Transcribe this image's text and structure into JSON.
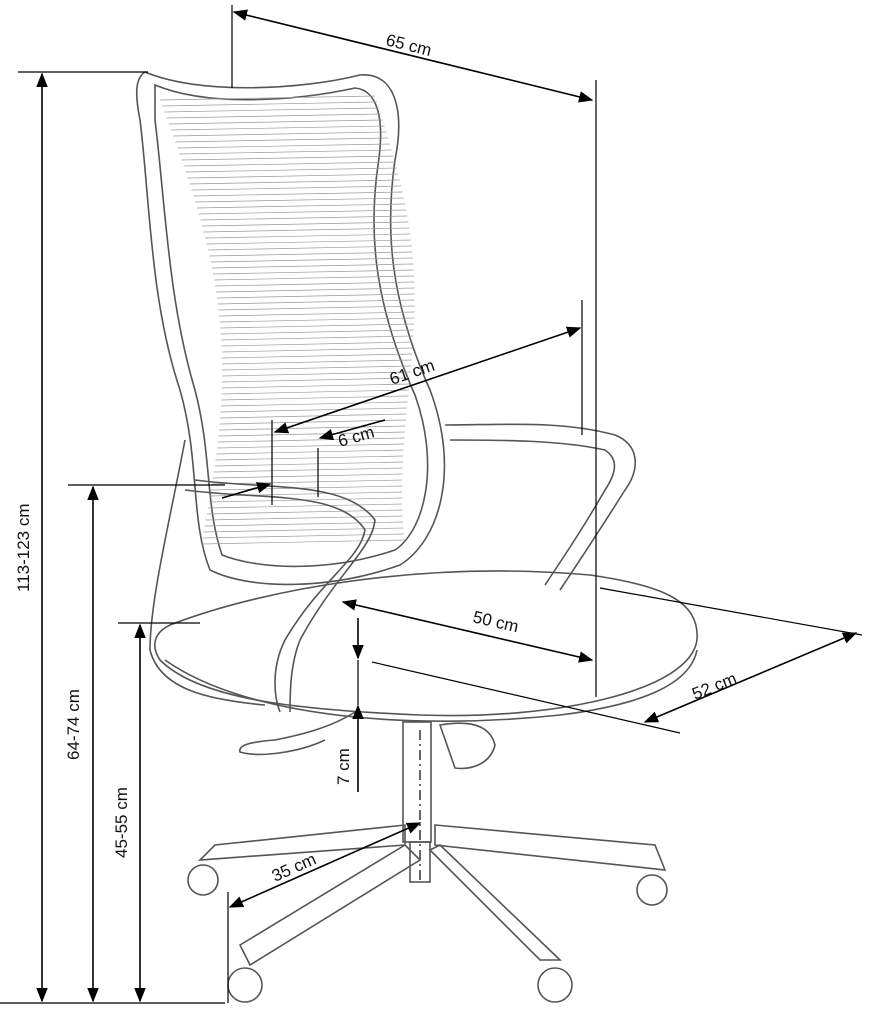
{
  "title": "Office chair dimensions",
  "dimensions": {
    "overall_width": "65 cm",
    "armrest_width": "61 cm",
    "armrest_thickness": "6 cm",
    "seat_width": "50 cm",
    "seat_depth": "52 cm",
    "height_adjust": "7 cm",
    "base_radius": "35 cm",
    "total_height": "113-123 cm",
    "armrest_height": "64-74 cm",
    "seat_height": "45-55 cm"
  },
  "colors": {
    "lines": "#000000",
    "chair": "#555555"
  }
}
